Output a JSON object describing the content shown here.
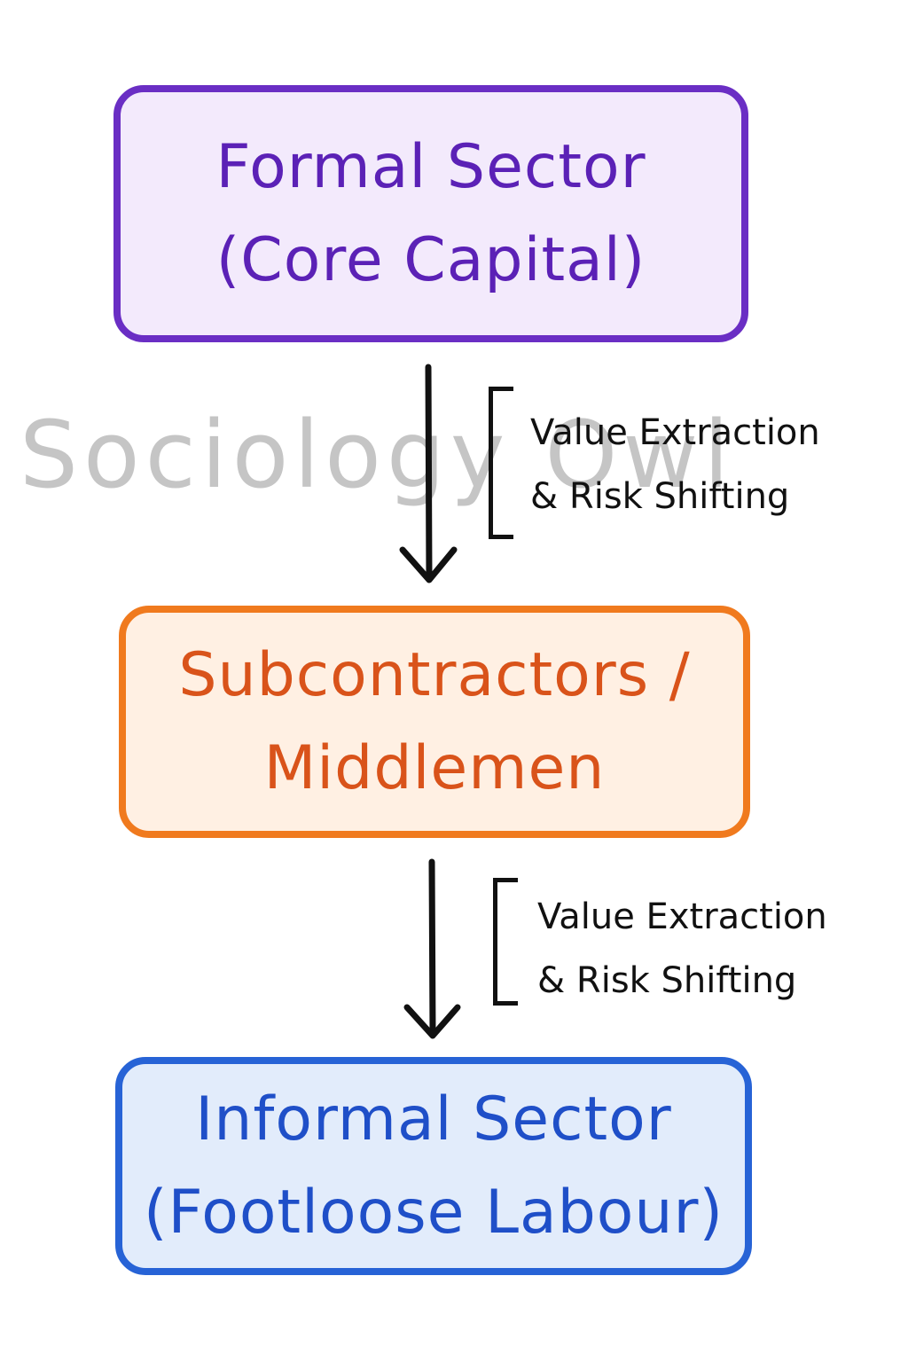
{
  "boxes": {
    "formal": {
      "line1": "Formal Sector",
      "line2": "(Core Capital)"
    },
    "middle": {
      "line1": "Subcontractors /",
      "line2": "Middlemen"
    },
    "informal": {
      "line1": "Informal Sector",
      "line2": "(Footloose Labour)"
    }
  },
  "flows": [
    {
      "line1": "Value Extraction",
      "line2": "& Risk Shifting"
    },
    {
      "line1": "Value Extraction",
      "line2": "& Risk Shifting"
    }
  ],
  "watermark": "Sociology Owl",
  "colors": {
    "formal_border": "#6a2ec4",
    "formal_fill": "#f3eafc",
    "formal_text": "#5b21b6",
    "middle_border": "#f07a1e",
    "middle_fill": "#fff0e3",
    "middle_text": "#d9531a",
    "informal_border": "#2763d6",
    "informal_fill": "#e2ecfb",
    "informal_text": "#1f4fc8",
    "arrow": "#111111"
  }
}
